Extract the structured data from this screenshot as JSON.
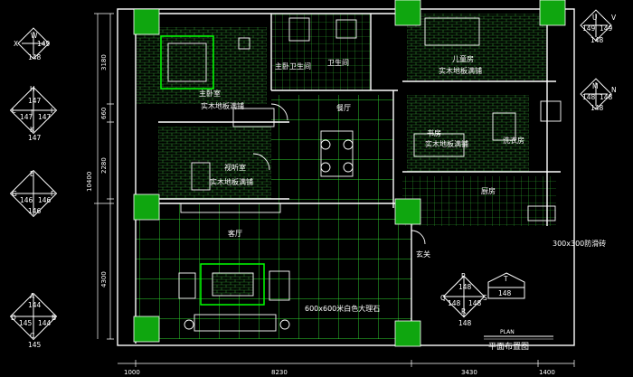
{
  "rooms": {
    "master_bedroom": {
      "name": "主卧室",
      "floor": "实木地板满铺"
    },
    "master_bath": "主卧卫生间",
    "bathroom": "卫生间",
    "children_room": {
      "name": "儿童房",
      "floor": "实木地板满铺"
    },
    "dining": "餐厅",
    "study": {
      "name": "书房",
      "floor": "实木地板满铺"
    },
    "laundry": "洗衣房",
    "av_room": {
      "name": "视听室",
      "floor": "实木地板满铺"
    },
    "kitchen": "厨房",
    "living": "客厅",
    "entry": "玄关",
    "living_floor": "600x600米白色大理石",
    "kitchen_tile": "300x300防滑砖"
  },
  "dimensions": {
    "left": [
      "3180",
      "660",
      "2280",
      "10400",
      "4300"
    ],
    "bottom": [
      "1000",
      "8230",
      "3430",
      "1400"
    ]
  },
  "markers": {
    "wx": {
      "top": "W",
      "left": "X",
      "right": "149",
      "bottom": "148"
    },
    "hijk": {
      "top": "H",
      "left": "L",
      "right": "I",
      "bottom": "K",
      "center": "J",
      "n_top": "147",
      "n_left": "147",
      "n_right": "147",
      "n_bottom": "147"
    },
    "efg": {
      "top": "E",
      "left": "G",
      "right": "F",
      "n_left": "146",
      "n_right": "146",
      "n_bottom": "146"
    },
    "abcd": {
      "top": "A",
      "left": "D",
      "right": "B",
      "bottom": "C",
      "n_top": "144",
      "n_left": "145",
      "n_right": "144",
      "n_bottom": "145"
    },
    "uv": {
      "top": "U",
      "right": "V",
      "n_left": "149",
      "n_right": "149",
      "n_bottom": "148"
    },
    "mn": {
      "top": "M",
      "right": "N",
      "n_left": "148",
      "n_right": "148",
      "n_bottom": "148"
    },
    "pqrs": {
      "top": "P",
      "left": "Q",
      "right": "S",
      "bottom": "R",
      "n_top": "148",
      "n_left": "148",
      "n_right": "148",
      "n_bottom": "148"
    },
    "t": {
      "label": "T",
      "num": "148"
    }
  },
  "title": {
    "plan": "PLAN",
    "main": "平面布置图"
  }
}
